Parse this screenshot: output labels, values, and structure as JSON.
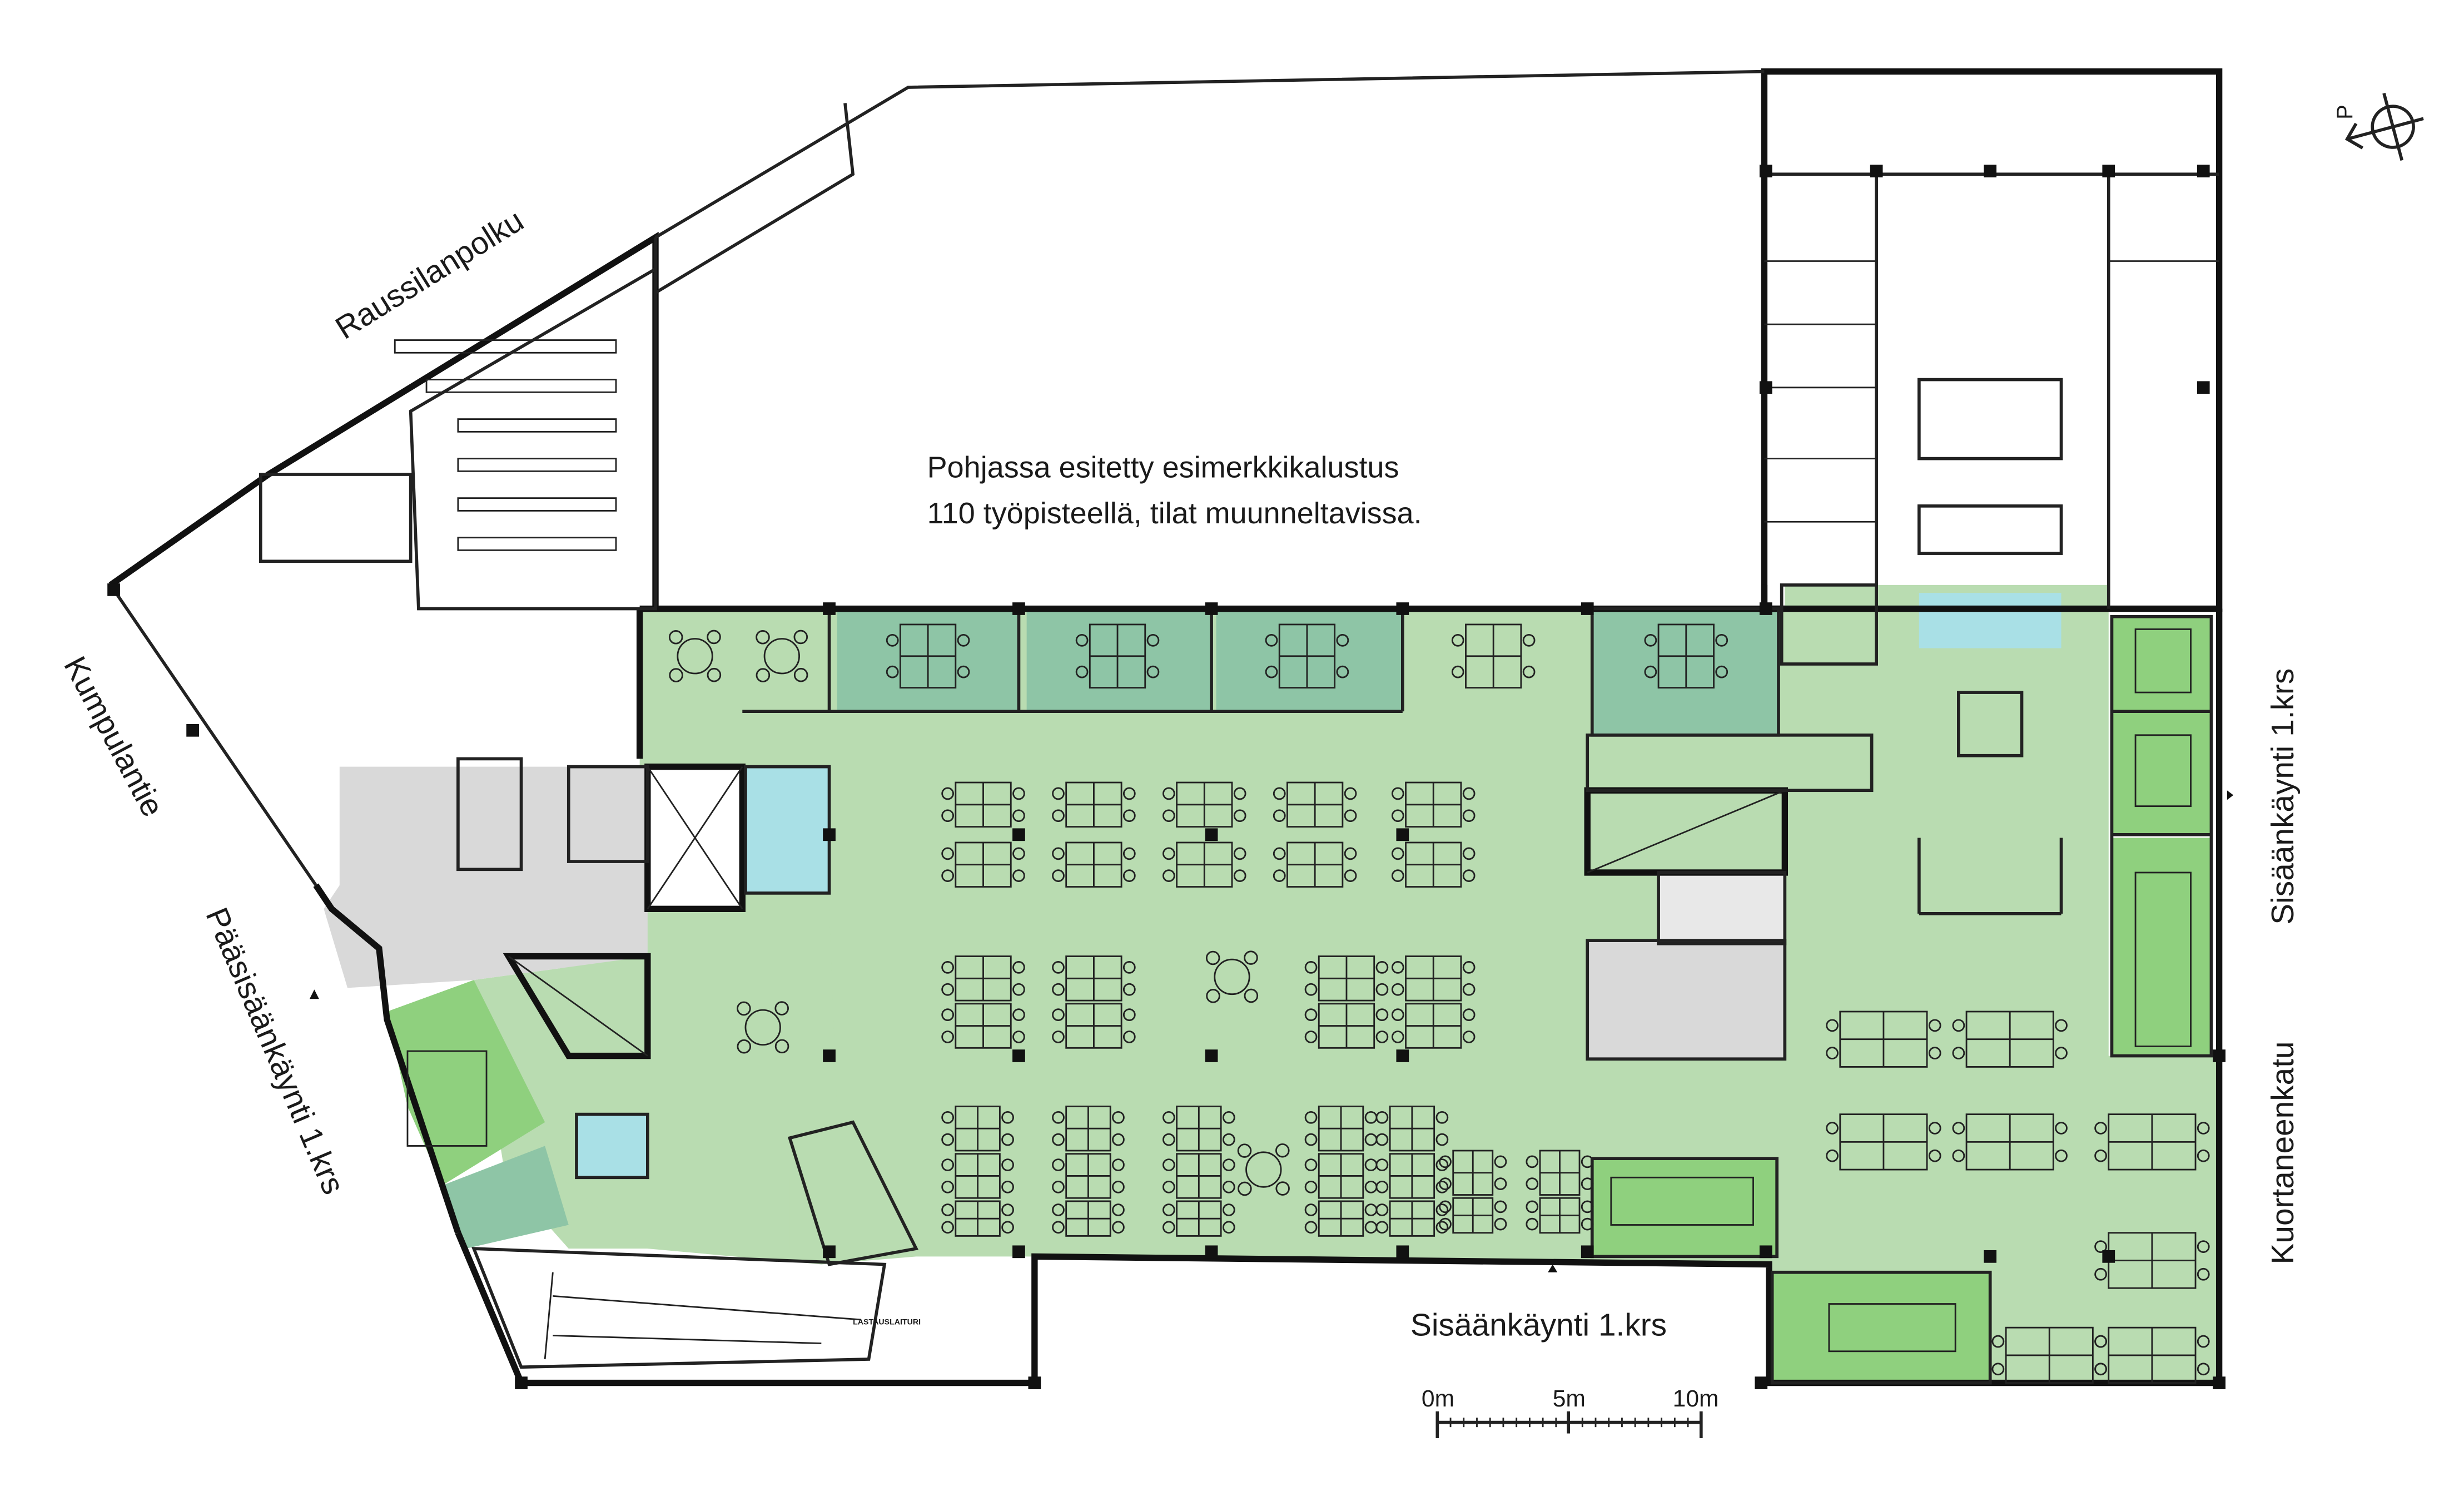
{
  "plan": {
    "note_line1": "Pohjassa esitetty esimerkkikalustus",
    "note_line2": "110 työpisteellä, tilat muunneltavissa.",
    "street_north": "Raussilanpolku",
    "street_west": "Kumpulantie",
    "street_east": "Kuortaneenkatu",
    "main_entrance": "Pääsisäänkäynti 1.krs",
    "entrance_south": "Sisäänkäynti 1.krs",
    "entrance_east": "Sisäänkäynti 1.krs",
    "loading_dock": "LASTAUSLAITURI",
    "compass_label": "P",
    "scale": {
      "zero": "0m",
      "mid": "5m",
      "max": "10m"
    }
  },
  "colors": {
    "open_office": "#b9dcb1",
    "closed_room": "#8ec5a6",
    "meeting_room": "#8fd07e",
    "core": "#d9d9d9",
    "wc": "#a9e0e6",
    "wall": "#111111"
  }
}
